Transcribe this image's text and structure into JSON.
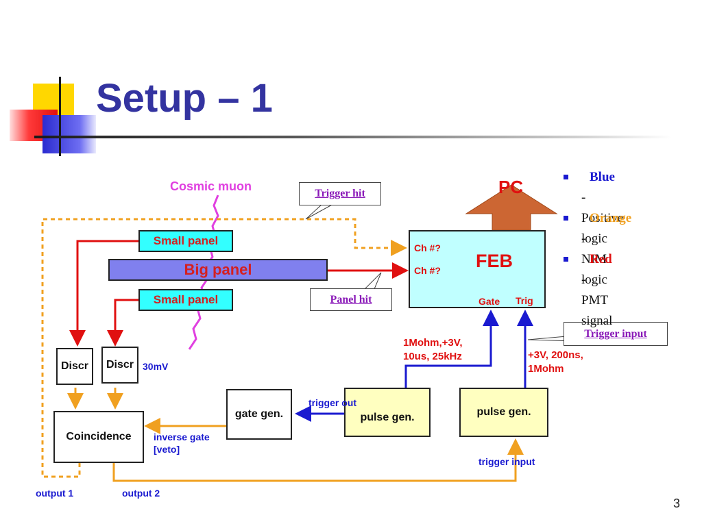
{
  "slide": {
    "title": "Setup – 1",
    "page_number": "3"
  },
  "diagram": {
    "cosmic_muon": "Cosmic muon",
    "pc": "PC",
    "feb": "FEB",
    "feb_ch1": "Ch #?",
    "feb_ch2": "Ch #?",
    "feb_gate": "Gate",
    "feb_trig": "Trig",
    "small_panel_top": "Small panel",
    "big_panel": "Big panel",
    "small_panel_bottom": "Small panel",
    "discr_left": "Discr",
    "discr_right": "Discr",
    "threshold": "30mV",
    "coincidence": "Coincidence",
    "gate_gen": "gate gen.",
    "pulse_gen_1": "pulse gen.",
    "pulse_gen_2": "pulse gen.",
    "trigger_out": "trigger out",
    "inverse_gate_1": "inverse gate",
    "inverse_gate_2": "[veto]",
    "gate_params_1": "1Mohm,+3V,",
    "gate_params_2": "10us, 25kHz",
    "trig_params_1": "+3V, 200ns,",
    "trig_params_2": "1Mohm",
    "trigger_input_lbl": "trigger input",
    "output_1": "output 1",
    "output_2": "output 2"
  },
  "callouts": {
    "trigger_hit": "Trigger hit",
    "panel_hit": "Panel hit",
    "trigger_input": "Trigger input"
  },
  "legend": {
    "items": [
      {
        "name": "Blue",
        "desc": "- Positive logic",
        "color": "#1a1ad0"
      },
      {
        "name": "Orange",
        "desc": "- NIM logic",
        "color": "#f0a020"
      },
      {
        "name": "Red",
        "desc": "- PMT signal",
        "color": "#e01010"
      }
    ]
  },
  "colors": {
    "blue": "#1a1ad0",
    "orange": "#f0a020",
    "red": "#e01010",
    "magenta": "#e040e0"
  }
}
